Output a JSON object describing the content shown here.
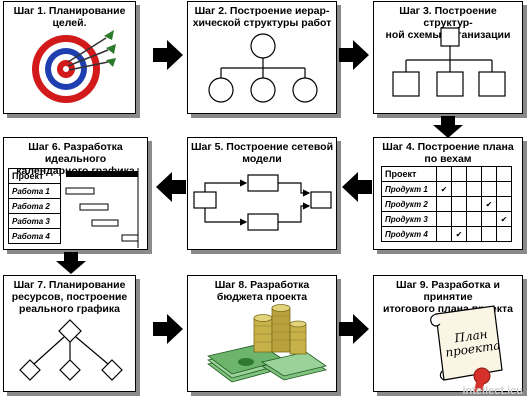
{
  "steps": [
    {
      "title": "Шаг 1. Планирование\nцелей."
    },
    {
      "title": "Шаг 2. Построение иерар-\nхической структуры работ"
    },
    {
      "title": "Шаг 3. Построение структур-\nной схемы организации"
    },
    {
      "title": "Шаг 4. Построение плана\nпо вехам"
    },
    {
      "title": "Шаг 5. Построение сетевой\nмодели"
    },
    {
      "title": "Шаг 6. Разработка идеального\nкалендарного графика"
    },
    {
      "title": "Шаг 7. Планирование\nресурсов, построение\nреального графика"
    },
    {
      "title": "Шаг 8. Разработка\nбюджета проекта"
    },
    {
      "title": "Шаг 9. Разработка и принятие\nитогового плана проекта"
    }
  ],
  "milestone_table": {
    "header": "Проект",
    "rows": [
      "Продукт 1",
      "Продукт 2",
      "Продукт 3",
      "Продукт 4"
    ],
    "checks": [
      1,
      4,
      5,
      2
    ]
  },
  "schedule": {
    "header": "Проект",
    "rows": [
      "Работа 1",
      "Работа 2",
      "Работа 3",
      "Работа 4"
    ]
  },
  "final_plan": {
    "line1": "План",
    "line2": "проекта"
  },
  "watermark": "intellect.icu",
  "colors": {
    "target_red": "#d21a1a",
    "target_blue": "#1f3fb0",
    "money_green": "#3a8a3a",
    "coin": "#c7b24a"
  }
}
